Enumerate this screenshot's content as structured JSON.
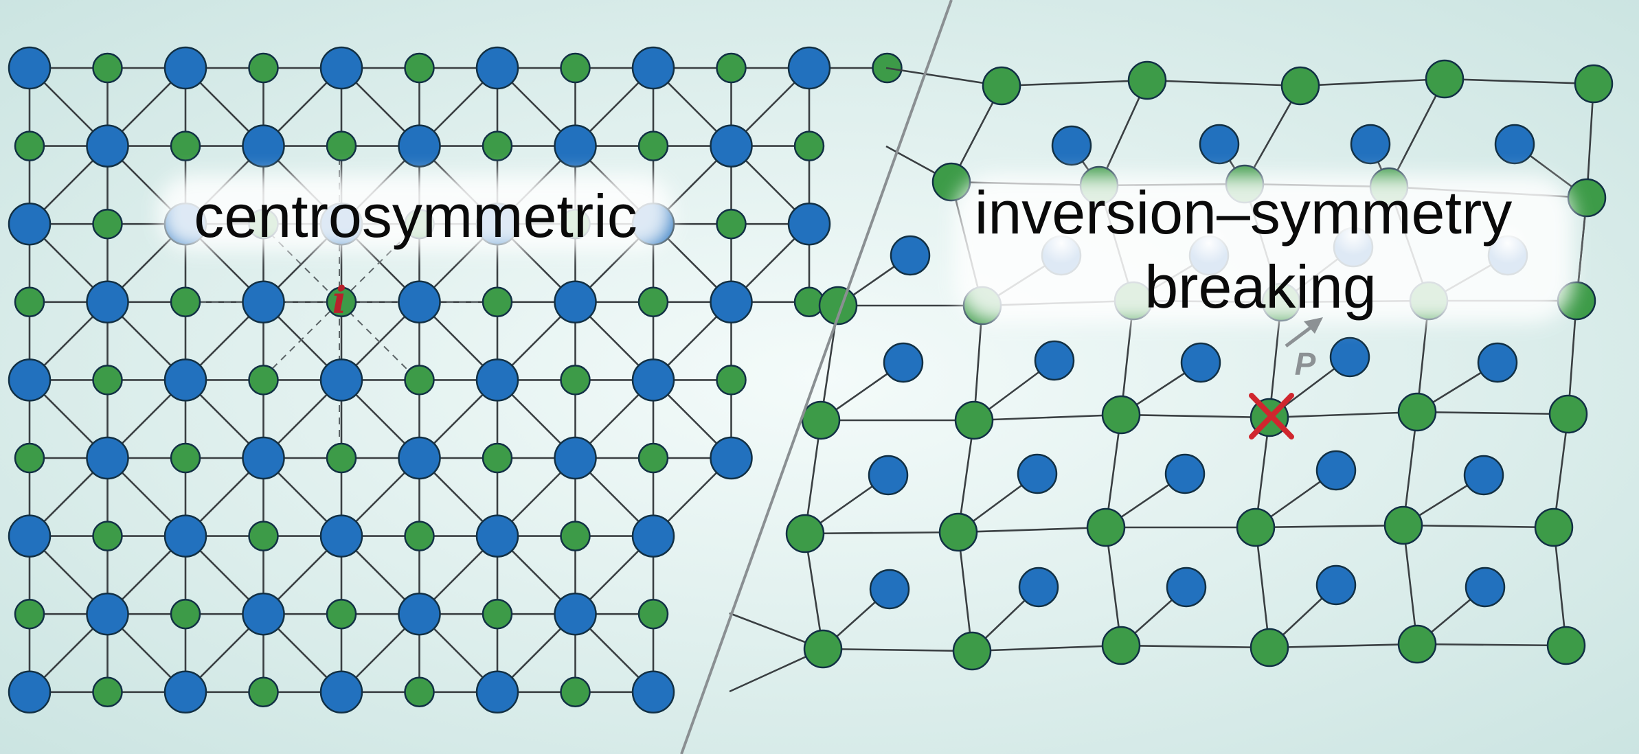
{
  "labels": {
    "left_title": "centrosymmetric",
    "right_title_line1": "inversion–symmetry",
    "right_title_line2": "breaking",
    "inversion_center": "i",
    "polarization": "P"
  },
  "colors": {
    "background_center": "#f4fbfa",
    "background_edge": "#c9e3e0",
    "blue_atom": "#2271be",
    "green_atom": "#3d9b48",
    "bond": "#3a3f42",
    "divider": "#8a8f92",
    "inversion_label": "#b8212b",
    "vacancy_mark": "#d0262e",
    "polarization_arrow": "#8c9194"
  }
}
